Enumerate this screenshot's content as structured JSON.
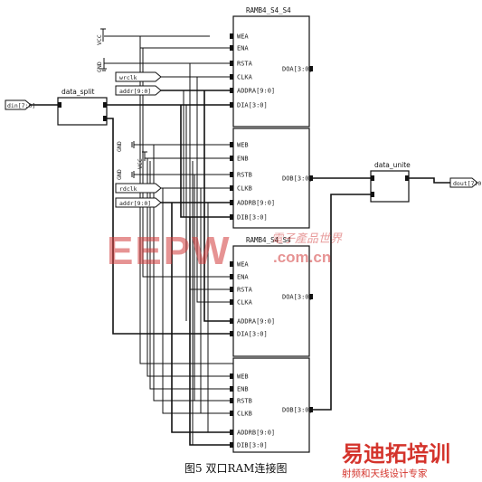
{
  "colors": {
    "line": "#111111",
    "watermark": "#d23a3a",
    "logo": "#d4342c"
  },
  "ram_top": {
    "title": "RAMB4_S4_S4",
    "port_a_inputs": [
      "WEA",
      "ENA",
      "RSTA",
      "CLKA",
      "ADDRA[9:0]",
      "DIA[3:0]"
    ],
    "port_a_output": "DOA[3:0]",
    "port_b_inputs": [
      "WEB",
      "ENB",
      "RSTB",
      "CLKB",
      "ADDRB[9:0]",
      "DIB[3:0]"
    ],
    "port_b_output": "DOB[3:0]"
  },
  "ram_bottom": {
    "title": "RAMB4_S4_S4",
    "port_a_inputs": [
      "WEA",
      "ENA",
      "RSTA",
      "CLKA",
      "ADDRA[9:0]",
      "DIA[3:0]"
    ],
    "port_a_output": "DOA[3:0]",
    "port_b_inputs": [
      "WEB",
      "ENB",
      "RSTB",
      "CLKB",
      "ADDRB[9:0]",
      "DIB[3:0]"
    ],
    "port_b_output": "DOB[3:0]"
  },
  "supplies": {
    "vcc": "VCC",
    "gnd": "GND"
  },
  "port_labels": {
    "wrclk": "wrclk",
    "addr": "addr[9:0]",
    "rdclk": "rdclk"
  },
  "data_split": {
    "title": "data_split",
    "input": "din[7:0]"
  },
  "data_unite": {
    "title": "data_unite",
    "output": "dout[7:0]"
  },
  "caption": "图5 双口RAM连接图",
  "watermark": {
    "brand": "EEPW",
    "url": ".com.cn",
    "tagline": "電子產品世界"
  },
  "corner_logo": {
    "title": "易迪拓培训",
    "subtitle": "射频和天线设计专家"
  }
}
